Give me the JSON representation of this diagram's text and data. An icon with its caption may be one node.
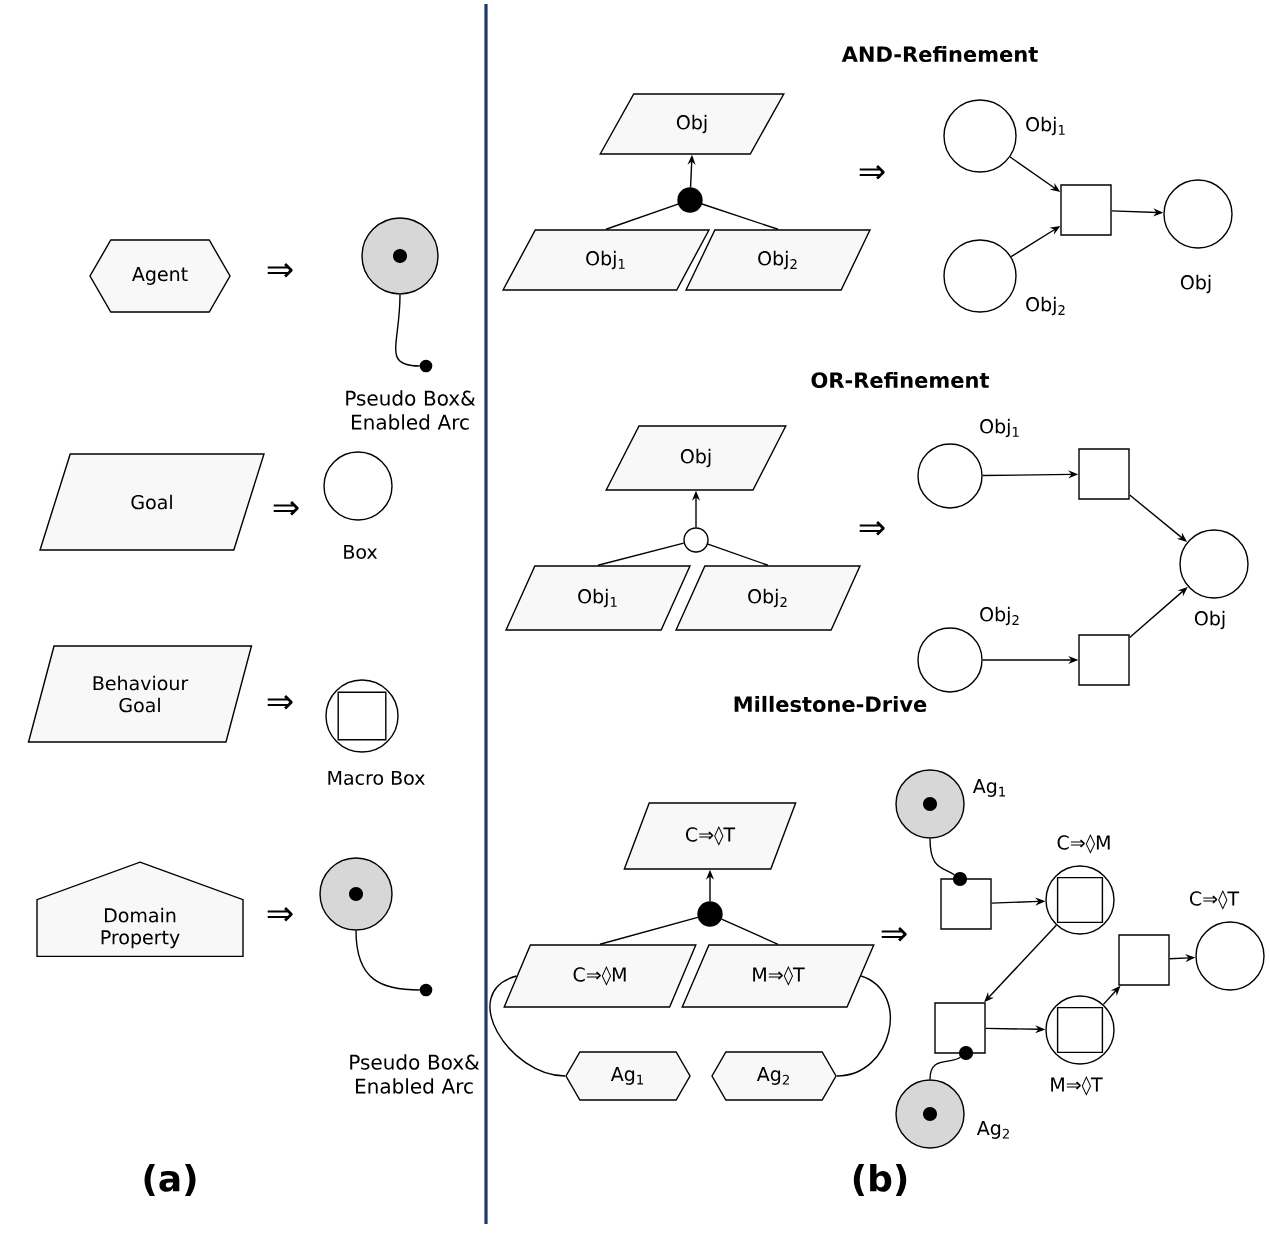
{
  "diagram": {
    "nodes": [
      {
        "text": [
          "Agent"
        ]
      },
      {
        "text": [],
        "shape": "circle"
      },
      {
        "text": [
          "Goal"
        ]
      },
      {
        "text": [],
        "shape": "circle",
        "beside": [
          "Box"
        ]
      },
      {
        "text": [
          "Behaviour Goal"
        ]
      },
      {
        "text": [],
        "shape": "circle",
        "beside": [
          "Macro Box"
        ]
      },
      {
        "text": [
          "Domain Property"
        ]
      },
      {
        "text": [],
        "shape": "circle"
      },
      {
        "text": [
          "Obj"
        ]
      },
      {
        "text": [
          "Obj$_{1}$"
        ]
      },
      {
        "text": [
          "Obj$_{2}$"
        ]
      },
      {
        "text": [],
        "shape": "circle"
      },
      {
        "text": [],
        "shape": "circle",
        "beside": [
          "Obj$_{1}$"
        ]
      },
      {
        "text": [],
        "shape": "circle",
        "beside": [
          "Obj$_{2}$"
        ]
      },
      {
        "text": [],
        "shape": "box"
      },
      {
        "text": [],
        "shape": "circle",
        "beside": [
          "Obj"
        ]
      },
      {
        "text": [
          "Obj"
        ]
      },
      {
        "text": [
          "Obj$_{1}$"
        ]
      },
      {
        "text": [
          "Obj$_{2}$"
        ]
      },
      {
        "text": [],
        "shape": "circle"
      },
      {
        "text": [],
        "shape": "circle",
        "beside": [
          "Obj$_{1}$"
        ]
      },
      {
        "text": [],
        "shape": "circle",
        "beside": [
          "Obj$_{2}$"
        ]
      },
      {
        "text": [],
        "shape": "box"
      },
      {
        "text": [],
        "shape": "box"
      },
      {
        "text": [],
        "shape": "circle",
        "beside": [
          "Obj"
        ]
      },
      {
        "text": [
          "C⇒◊T"
        ]
      },
      {
        "text": [
          "C⇒◊M"
        ]
      },
      {
        "text": [
          "M⇒◊T"
        ]
      },
      {
        "text": [],
        "shape": "circle"
      },
      {
        "text": [
          "Ag$_{1}$"
        ]
      },
      {
        "text": [
          "Ag$_{2}$"
        ]
      },
      {
        "text": [],
        "shape": "circle",
        "beside": [
          "Ag$_{1}$"
        ]
      },
      {
        "text": [],
        "shape": "box"
      },
      {
        "text": [],
        "shape": "circle",
        "beside": [
          "C⇒◊M"
        ]
      },
      {
        "text": [],
        "shape": "box"
      },
      {
        "text": [],
        "shape": "circle",
        "beside": [
          "C⇒◊T"
        ]
      },
      {
        "text": [],
        "shape": "box"
      },
      {
        "text": [],
        "shape": "circle",
        "beside": [
          "M⇒◊T"
        ]
      },
      {
        "text": [],
        "shape": "circle",
        "beside": [
          "Ag$_{2}$"
        ]
      },
      {
        "text": [],
        "shape": "circle"
      },
      {
        "text": [],
        "shape": "circle"
      },
      {
        "text": [],
        "shape": "circle"
      },
      {
        "text": [],
        "shape": "circle"
      }
    ],
    "edges": [
      {
        "from": 1,
        "to": 39,
        "arrow": "none"
      },
      {
        "from": 7,
        "to": 40,
        "arrow": "none"
      },
      {
        "from": 9,
        "to": 11,
        "arrow": "none"
      },
      {
        "from": 10,
        "to": 11,
        "arrow": "none"
      },
      {
        "from": 11,
        "to": 8,
        "arrow": "to"
      },
      {
        "from": 12,
        "to": 14,
        "arrow": "to"
      },
      {
        "from": 13,
        "to": 14,
        "arrow": "to"
      },
      {
        "from": 14,
        "to": 15,
        "arrow": "to"
      },
      {
        "from": 17,
        "to": 19,
        "arrow": "none"
      },
      {
        "from": 18,
        "to": 19,
        "arrow": "none"
      },
      {
        "from": 19,
        "to": 16,
        "arrow": "to"
      },
      {
        "from": 20,
        "to": 22,
        "arrow": "to"
      },
      {
        "from": 21,
        "to": 23,
        "arrow": "to"
      },
      {
        "from": 22,
        "to": 24,
        "arrow": "to"
      },
      {
        "from": 23,
        "to": 24,
        "arrow": "to"
      },
      {
        "from": 26,
        "to": 28,
        "arrow": "none"
      },
      {
        "from": 27,
        "to": 28,
        "arrow": "none"
      },
      {
        "from": 28,
        "to": 25,
        "arrow": "to"
      },
      {
        "from": 26,
        "to": 29,
        "arrow": "none"
      },
      {
        "from": 27,
        "to": 30,
        "arrow": "none"
      },
      {
        "from": 31,
        "to": 41,
        "arrow": "none"
      },
      {
        "from": 32,
        "to": 33,
        "arrow": "to"
      },
      {
        "from": 33,
        "to": 36,
        "arrow": "to"
      },
      {
        "from": 36,
        "to": 37,
        "arrow": "to"
      },
      {
        "from": 37,
        "to": 34,
        "arrow": "to"
      },
      {
        "from": 34,
        "to": 35,
        "arrow": "to"
      },
      {
        "from": 38,
        "to": 42,
        "arrow": "none"
      }
    ],
    "labels": [
      "⇒",
      "Pseudo Box& Enabled Arc",
      "⇒",
      "⇒",
      "⇒",
      "Pseudo Box& Enabled Arc",
      "AND-Refinement",
      "⇒",
      "OR-Refinement",
      "⇒",
      "Millestone-Drive",
      "⇒",
      "(a)",
      "(b)"
    ]
  }
}
